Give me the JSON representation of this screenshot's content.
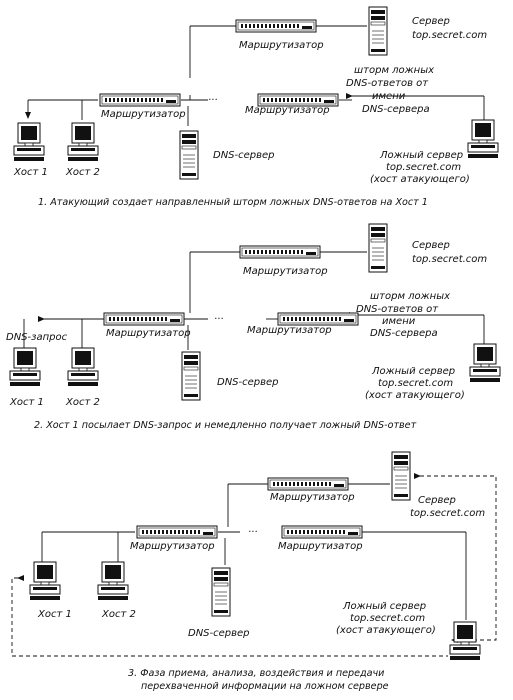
{
  "labels": {
    "router": "Маршрутизатор",
    "dns_server": "DNS-сервер",
    "host1": "Хост 1",
    "host2": "Хост 2",
    "server_line1": "Сервер",
    "server_line2": "top.secret.com",
    "fake_line1": "Ложный сервер",
    "fake_line2": "top.secret.com",
    "fake_line3": "(хост атакующего)",
    "storm_line1": "шторм ложных",
    "storm_line2": "DNS-ответов от",
    "storm_line3": "имени",
    "storm_line4": "DNS-сервера",
    "dns_request": "DNS-запрос",
    "dots": "···"
  },
  "captions": {
    "p1": "1. Атакующий создает направленный шторм ложных DNS-ответов на Хост 1",
    "p2": "2. Хост 1 посылает DNS-запрос и немедленно получает ложный DNS-ответ",
    "p3_line1": "3. Фаза приема, анализа, воздействия и передачи",
    "p3_line2": "перехваченной информации на ложном сервере"
  },
  "colors": {
    "ink": "#111111",
    "paper": "#ffffff"
  }
}
